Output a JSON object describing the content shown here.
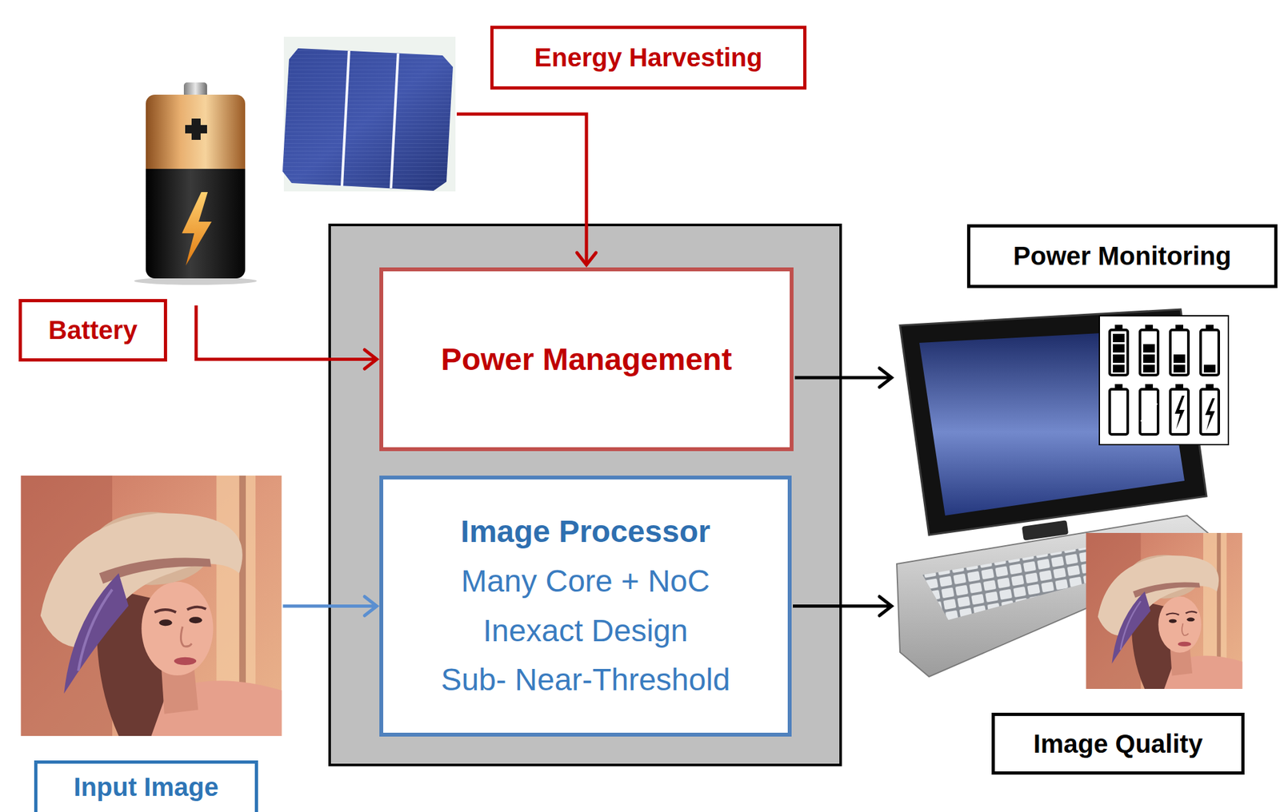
{
  "diagram": {
    "nodes": [
      {
        "text": [
          "Energy Harvesting"
        ]
      },
      {
        "text": [
          "Battery"
        ]
      },
      {
        "text": [
          "Power Management"
        ]
      },
      {
        "text": [
          "Image Processor",
          "Many Core + NoC",
          "Inexact Design",
          "Sub- Near-Threshold"
        ]
      },
      {
        "text": [
          "Input Image"
        ]
      },
      {
        "text": [
          "Power Monitoring"
        ]
      },
      {
        "text": [
          "Image Quality"
        ]
      }
    ],
    "edges": [
      {
        "from": 0,
        "to": 2,
        "arrow": "to"
      },
      {
        "from": 1,
        "to": 2,
        "arrow": "to"
      },
      {
        "from": 4,
        "to": 3,
        "arrow": "to"
      },
      {
        "from": 2,
        "to": 5,
        "arrow": "to"
      },
      {
        "from": 3,
        "to": 6,
        "arrow": "to"
      }
    ]
  }
}
